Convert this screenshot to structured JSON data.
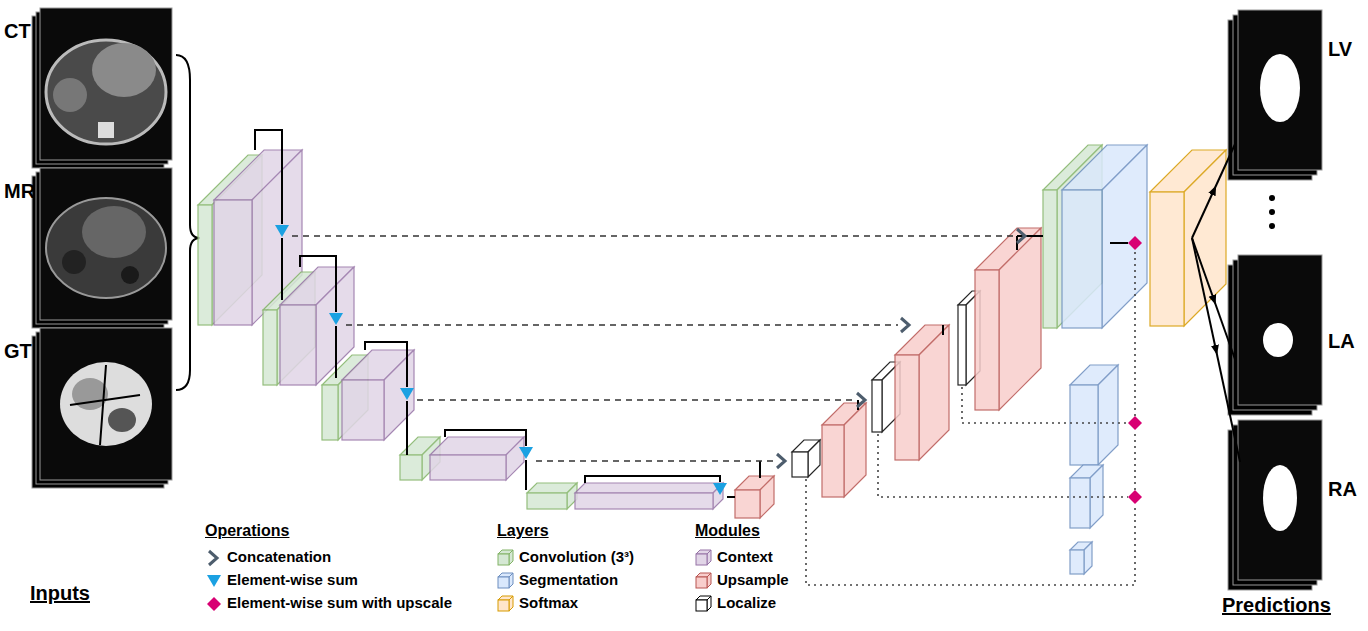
{
  "diagram": {
    "labels": [
      "CT",
      "MR",
      "GT",
      "Inputs",
      "Operations",
      "Layers",
      "Modules",
      "LV",
      "LA",
      "RA",
      "Predictions"
    ],
    "legend": [
      {
        "text": "Concatenation"
      },
      {
        "text": "Element-wise sum"
      },
      {
        "text": "Element-wise sum with upscale"
      },
      {
        "text": "Convolution (3³)",
        "color": "#d5e8d4"
      },
      {
        "text": "Segmentation",
        "color": "#dae8fc"
      },
      {
        "text": "Softmax",
        "color": "#ffe6cc"
      },
      {
        "text": "Context",
        "color": "#e1d5e7"
      },
      {
        "text": "Upsample",
        "color": "#f8cecc"
      },
      {
        "text": "Localize",
        "color": "#ffffff"
      }
    ]
  }
}
